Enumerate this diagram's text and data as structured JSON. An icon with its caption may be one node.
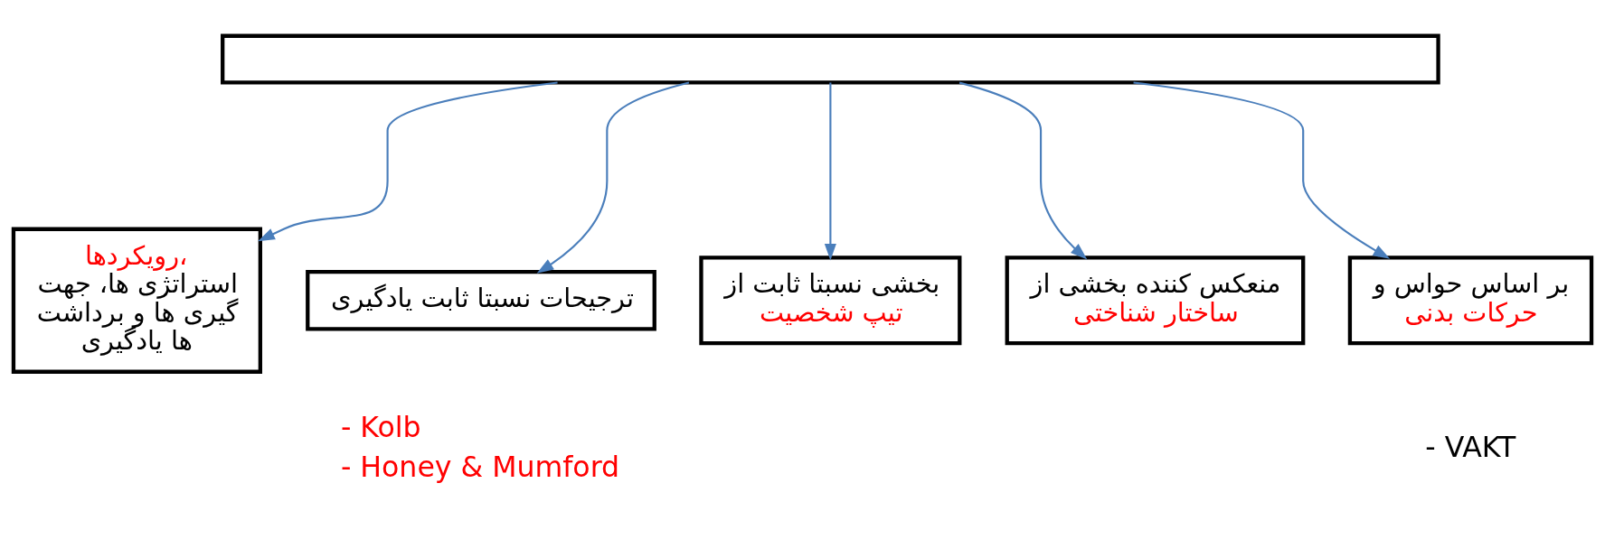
{
  "diagram": {
    "nodes": [
      {
        "text": [],
        "shape": "box"
      },
      {
        "text": [
          "رویکردها،",
          "استراتژی ها، جهت گیری ها و برداشت ها یادگیری"
        ]
      },
      {
        "text": [
          "ترجیحات نسبتا ثابت یادگیری"
        ],
        "beside": [
          "- Kolb",
          "- Honey & Mumford"
        ]
      },
      {
        "text": [
          "بخشی نسبتا ثابت از",
          "تیپ شخصیت"
        ]
      },
      {
        "text": [
          "منعکس کننده بخشی از",
          "ساختار شناختی"
        ]
      },
      {
        "text": [
          "بر اساس حواس و",
          "حرکات بدنی"
        ],
        "beside": [
          "- VAKT"
        ]
      }
    ],
    "edges": [
      {
        "from": 0,
        "to": 1,
        "arrow": "to",
        "color": "#4a7ebb"
      },
      {
        "from": 0,
        "to": 2,
        "arrow": "to",
        "color": "#4a7ebb"
      },
      {
        "from": 0,
        "to": 3,
        "arrow": "to",
        "color": "#4a7ebb"
      },
      {
        "from": 0,
        "to": 4,
        "arrow": "to",
        "color": "#4a7ebb"
      },
      {
        "from": 0,
        "to": 5,
        "arrow": "to",
        "color": "#4a7ebb"
      }
    ]
  }
}
